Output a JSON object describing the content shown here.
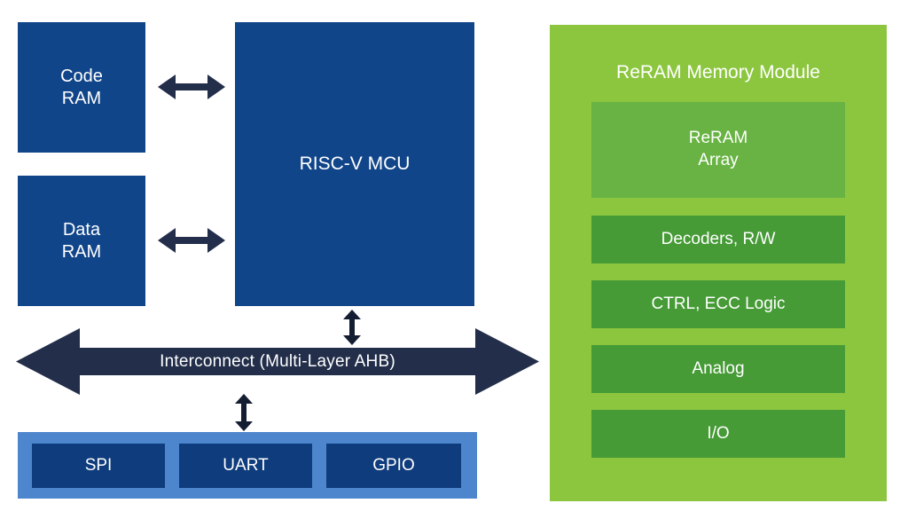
{
  "diagram": {
    "title": "RISC-V MCU with ReRAM Memory Module block diagram",
    "colors": {
      "navy_block": "#11458a",
      "peripheral_bar": "#4d86cd",
      "peripheral_block": "#0f3c7c",
      "bus_arrow": "#222e4a",
      "reram_module": "#8cc63f",
      "reram_array": "#68b343",
      "reram_sub_block": "#469b36",
      "background": "#ffffff",
      "text_on_block": "#ffffff"
    }
  },
  "mcu_side": {
    "code_ram": {
      "label": "Code\nRAM"
    },
    "data_ram": {
      "label": "Data\nRAM"
    },
    "cpu": {
      "label": "RISC-V MCU"
    },
    "interconnect": {
      "label": "Interconnect (Multi-Layer AHB)"
    },
    "peripherals": [
      {
        "label": "SPI"
      },
      {
        "label": "UART"
      },
      {
        "label": "GPIO"
      }
    ]
  },
  "reram_module": {
    "title": "ReRAM Memory Module",
    "blocks": [
      {
        "label": "ReRAM\nArray"
      },
      {
        "label": "Decoders, R/W"
      },
      {
        "label": "CTRL, ECC Logic"
      },
      {
        "label": "Analog"
      },
      {
        "label": "I/O"
      }
    ]
  },
  "connectors": {
    "code_ram_to_cpu": {
      "name": "bidirectional-arrow"
    },
    "data_ram_to_cpu": {
      "name": "bidirectional-arrow"
    },
    "cpu_to_bus": {
      "name": "bidirectional-arrow-vertical"
    },
    "bus_to_peripherals": {
      "name": "bidirectional-arrow-vertical"
    },
    "bus_horizontal": {
      "name": "bidirectional-arrow-horizontal"
    }
  }
}
